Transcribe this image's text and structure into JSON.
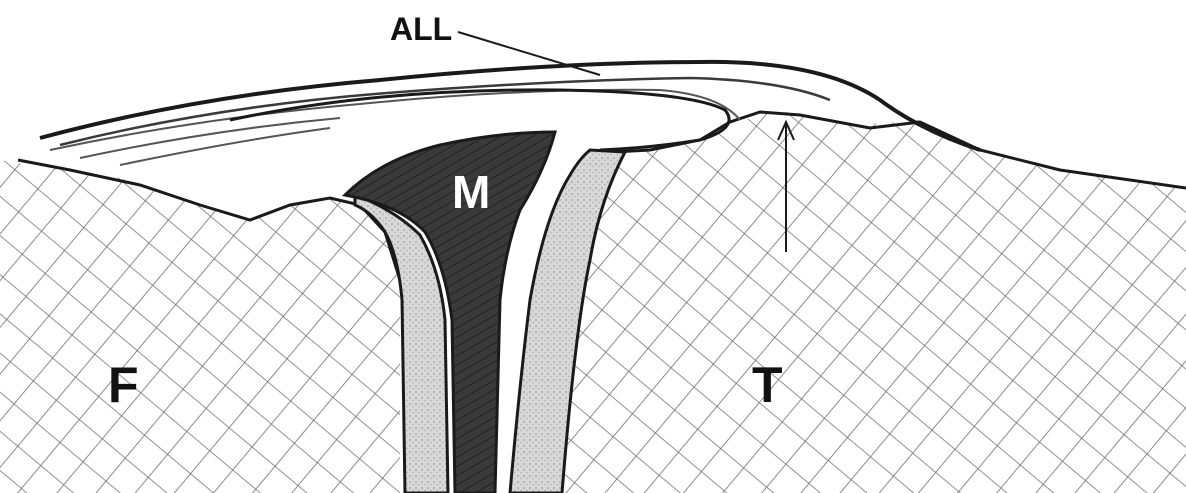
{
  "labels": {
    "ligament": "ALL",
    "meniscus": "M",
    "femur": "F",
    "tibia": "T"
  },
  "colors": {
    "ink": "#1a1a1a",
    "hatch": "#6f6f6f",
    "meniscus_fill": "#3a3a3a",
    "cartilage_fill": "#d4d4d4",
    "background": "#ffffff",
    "label_on_dark": "#ffffff"
  }
}
